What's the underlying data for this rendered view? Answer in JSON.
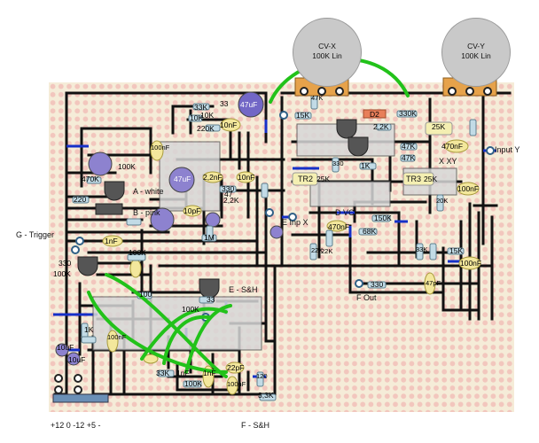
{
  "pots": [
    {
      "name": "CV-X",
      "value": "100K Lin"
    },
    {
      "name": "CV-Y",
      "value": "100K Lin"
    }
  ],
  "labels": {
    "g_trigger": "G - Trigger",
    "input_y": "Input Y",
    "power": "+12 0 -12 +5 -",
    "f_sh": "F - S&H",
    "f_out": "F Out",
    "e_inp_x": "E Inp X",
    "d_vc": "D VC",
    "a_white": "A - white",
    "b_pink": "B - pink",
    "x_xy": "X XY",
    "tr2": "TR2",
    "tr3": "TR3",
    "e_sh": "E - S&H"
  },
  "parts": [
    {
      "id": "c47u_top",
      "text": "47uF"
    },
    {
      "id": "r33k_a",
      "text": "33K"
    },
    {
      "id": "r33_b",
      "text": "33"
    },
    {
      "id": "r10k_a",
      "text": "10K"
    },
    {
      "id": "c10nf_a",
      "text": "10nF"
    },
    {
      "id": "r220k_a",
      "text": "220K"
    },
    {
      "id": "c100nf_a",
      "text": "100nF"
    },
    {
      "id": "r100k_a",
      "text": "100K"
    },
    {
      "id": "r470k",
      "text": "470K"
    },
    {
      "id": "r220",
      "text": "220"
    },
    {
      "id": "c47uf_mid",
      "text": "47uF"
    },
    {
      "id": "c2_2nf",
      "text": "2,2nF"
    },
    {
      "id": "r330",
      "text": "330"
    },
    {
      "id": "c10nf_b",
      "text": "10nF"
    },
    {
      "id": "r2_2k",
      "text": "2,2K"
    },
    {
      "id": "c10pf",
      "text": "10pF"
    },
    {
      "id": "r1m",
      "text": "1M"
    },
    {
      "id": "r47",
      "text": "47"
    },
    {
      "id": "c1nf_a",
      "text": "1nF"
    },
    {
      "id": "r100k_b",
      "text": "100K"
    },
    {
      "id": "r330_b",
      "text": "330"
    },
    {
      "id": "r100k_c",
      "text": "100K"
    },
    {
      "id": "r15k",
      "text": "15K"
    },
    {
      "id": "r47k_a",
      "text": "47K"
    },
    {
      "id": "d2",
      "text": "D2"
    },
    {
      "id": "r330k",
      "text": "330K"
    },
    {
      "id": "r2_2k_b",
      "text": "2,2K"
    },
    {
      "id": "trim25k_a",
      "text": "25K"
    },
    {
      "id": "r47k_b",
      "text": "47K"
    },
    {
      "id": "r47k_c",
      "text": "47K"
    },
    {
      "id": "c470nf_a",
      "text": "470nF"
    },
    {
      "id": "r1k",
      "text": "1K"
    },
    {
      "id": "r330_c",
      "text": "330"
    },
    {
      "id": "trim25k_b",
      "text": "25K"
    },
    {
      "id": "trim25k_c",
      "text": "25K"
    },
    {
      "id": "c100nf_b",
      "text": "100nF"
    },
    {
      "id": "r20k",
      "text": "20K"
    },
    {
      "id": "r150k",
      "text": "150K"
    },
    {
      "id": "r68k",
      "text": "68K"
    },
    {
      "id": "r22k",
      "text": "22K"
    },
    {
      "id": "c470nf_b",
      "text": "470nF"
    },
    {
      "id": "r33k_b",
      "text": "33K"
    },
    {
      "id": "r15k_b",
      "text": "15K"
    },
    {
      "id": "c100nf_c",
      "text": "100nF"
    },
    {
      "id": "r330_d",
      "text": "330"
    },
    {
      "id": "c47pf",
      "text": "47pF"
    },
    {
      "id": "c1nf_b",
      "text": "1nF"
    },
    {
      "id": "r33_c",
      "text": "33"
    },
    {
      "id": "r100_a",
      "text": "100"
    },
    {
      "id": "c100nf_d",
      "text": "100nF"
    },
    {
      "id": "r33k_c",
      "text": "33K"
    },
    {
      "id": "r100k_d",
      "text": "100K"
    },
    {
      "id": "c1nf_c",
      "text": "1nF"
    },
    {
      "id": "c22pf",
      "text": "22pF"
    },
    {
      "id": "c100nf_e",
      "text": "100nF"
    },
    {
      "id": "r3_3k",
      "text": "3,3K"
    },
    {
      "id": "r120",
      "text": "120"
    },
    {
      "id": "r1k_b",
      "text": "1K"
    },
    {
      "id": "c10uf",
      "text": "10uF"
    },
    {
      "id": "r100k_e",
      "text": "100K"
    },
    {
      "id": "r22k_b",
      "text": "22K"
    },
    {
      "id": "r10k_b",
      "text": "10K"
    },
    {
      "id": "c10uf_b",
      "text": "10uF"
    }
  ]
}
